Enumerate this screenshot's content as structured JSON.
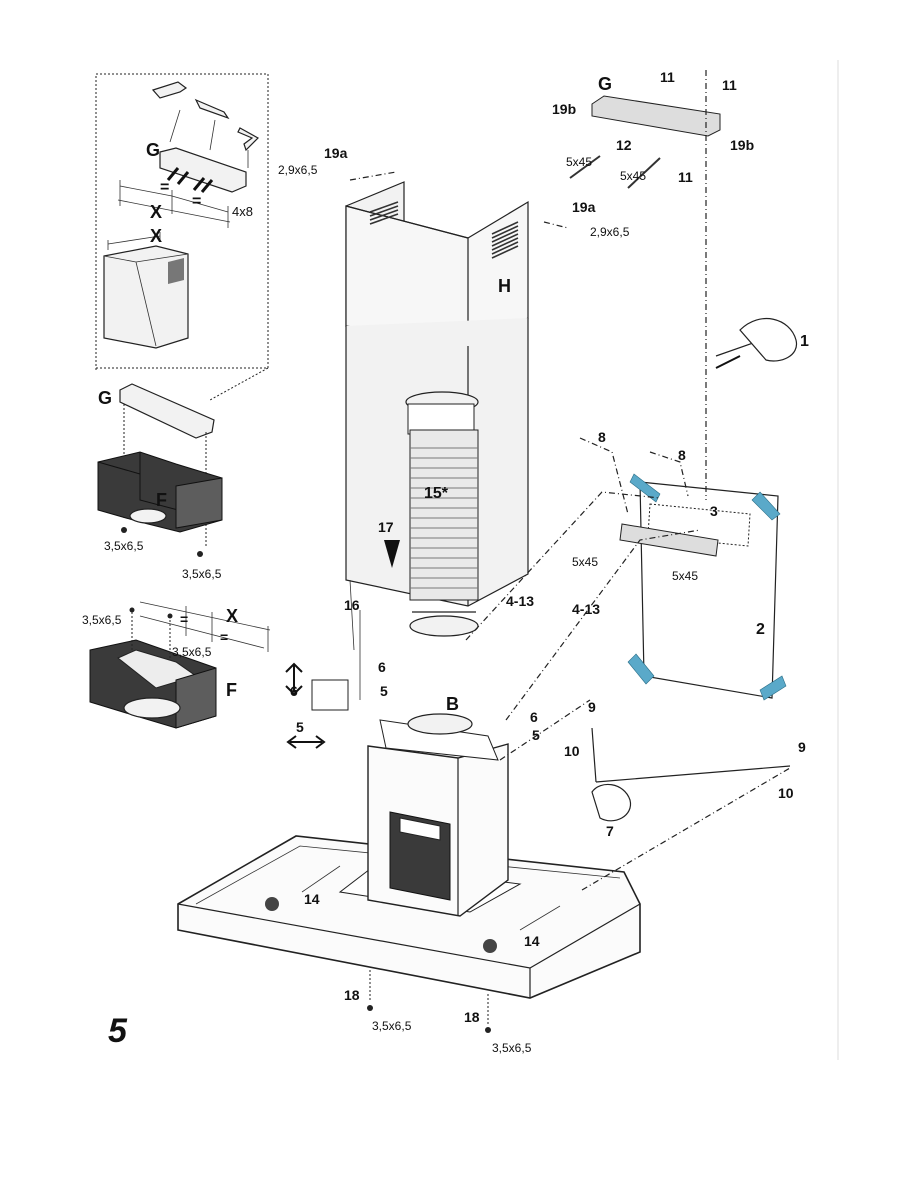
{
  "figure_number": "5",
  "labels": {
    "G_inset": "G",
    "X_inset_top": "X",
    "X_inset_box": "X",
    "eq1": "=",
    "eq2": "=",
    "four_x8": "4x8",
    "G_mid": "G",
    "F_top": "F",
    "F_bottom": "F",
    "X_bottom": "X",
    "eq3": "=",
    "eq4": "=",
    "screw_3_5_a": "3,5x6,5",
    "screw_3_5_b": "3,5x6,5",
    "screw_3_5_c": "3,5x6,5",
    "screw_3_5_d": "3,5x6,5",
    "n19a_left": "19a",
    "screw_2_9_left": "2,9x6,5",
    "n19a_right": "19a",
    "screw_2_9_right": "2,9x6,5",
    "H": "H",
    "G_top": "G",
    "n11_a": "11",
    "n11_b": "11",
    "n11_c": "11",
    "n19b_left": "19b",
    "n19b_right": "19b",
    "n12": "12",
    "s5x45_a": "5x45",
    "s5x45_b": "5x45",
    "s5x45_c": "5x45",
    "s5x45_d": "5x45",
    "n1": "1",
    "n8_left": "8",
    "n8_right": "8",
    "n3": "3",
    "n2": "2",
    "n15": "15*",
    "n17": "17",
    "n16": "16",
    "n4_13_left": "4-13",
    "n4_13_right": "4-13",
    "n6_a": "6",
    "n5_a": "5",
    "n6_b": "6",
    "n5_b": "5",
    "n6_c": "6",
    "n5_c": "5",
    "B": "B",
    "n9_a": "9",
    "n10_a": "10",
    "n9_b": "9",
    "n10_b": "10",
    "n7": "7",
    "n14_a": "14",
    "n14_b": "14",
    "n18_a": "18",
    "n18_b": "18"
  }
}
